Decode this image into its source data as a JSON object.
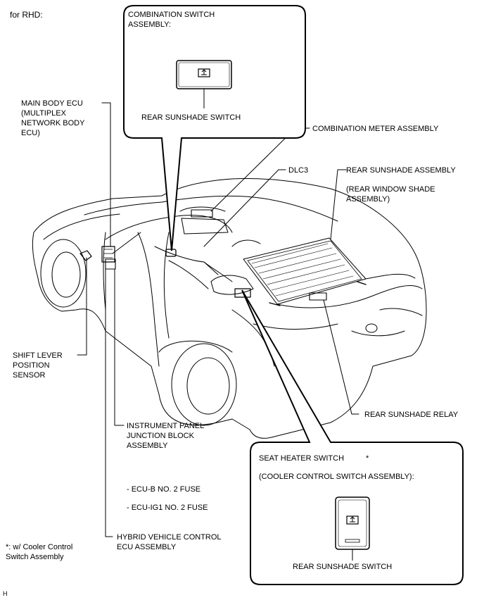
{
  "header": {
    "region": "for RHD:"
  },
  "callouts": {
    "combination_switch_box": {
      "title_line1": "COMBINATION SWITCH",
      "title_line2": "ASSEMBLY:",
      "switch_caption": "REAR SUNSHADE SWITCH"
    },
    "main_body_ecu": [
      "MAIN BODY ECU",
      "(MULTIPLEX",
      "NETWORK BODY",
      "ECU)"
    ],
    "combination_meter": "COMBINATION METER ASSEMBLY",
    "dlc3": "DLC3",
    "rear_sunshade_assembly": [
      "REAR SUNSHADE ASSEMBLY",
      "(REAR WINDOW SHADE",
      "ASSEMBLY)"
    ],
    "shift_lever": [
      "SHIFT LEVER",
      "POSITION",
      "SENSOR"
    ],
    "rear_sunshade_relay": "REAR SUNSHADE RELAY",
    "instrument_panel": [
      "INSTRUMENT PANEL",
      "JUNCTION BLOCK",
      "ASSEMBLY"
    ],
    "fuses": [
      "- ECU-B NO. 2 FUSE",
      "- ECU-IG1 NO. 2 FUSE"
    ],
    "hybrid_ecu": [
      "HYBRID VEHICLE CONTROL",
      "ECU ASSEMBLY"
    ],
    "seat_heater_box": {
      "title": "SEAT HEATER SWITCH",
      "asterisk": "*",
      "subtitle": "(COOLER CONTROL SWITCH ASSEMBLY):",
      "switch_caption": "REAR SUNSHADE SWITCH"
    }
  },
  "footnote": [
    "*: w/ Cooler Control",
    "Switch Assembly"
  ],
  "corner_mark": "H"
}
